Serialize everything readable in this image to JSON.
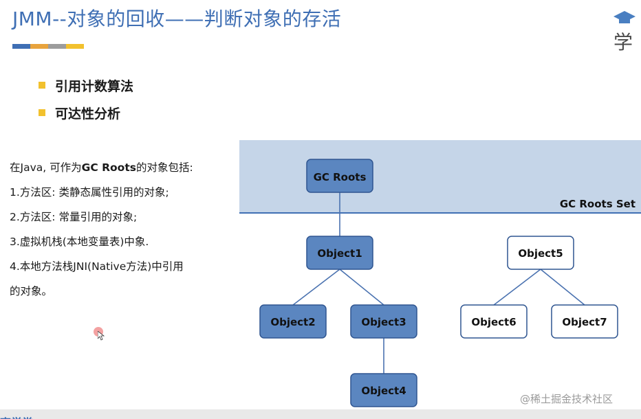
{
  "slide": {
    "title": "JMM--对象的回收——判断对象的存活",
    "title_bar_colors": [
      "#3f6fb4",
      "#e8a33d",
      "#9c9c9c",
      "#f2c12e"
    ],
    "logo_char": "学",
    "bullets": [
      {
        "text": "引用计数算法",
        "color": "#f2c12e"
      },
      {
        "text": "可达性分析",
        "color": "#f2c12e"
      }
    ],
    "roots": {
      "intro_prefix": "在Java, 可作为",
      "intro_bold": "GC Roots",
      "intro_suffix": "的对象包括:",
      "items": [
        "1.方法区: 类静态属性引用的对象;",
        "2.方法区: 常量引用的对象;",
        "3.虚拟机栈(本地变量表)中象.",
        "4.本地方法栈JNI(Native方法)中引用"
      ],
      "tail": "的对象。"
    },
    "watermark": "@稀土掘金技术社区",
    "bottom_cut_text": "高学堂"
  },
  "diagram": {
    "set_label": "GC Roots Set",
    "set_color": "#c5d5e8",
    "filled_node_color": "#5b86c0",
    "empty_node_color": "#ffffff",
    "nodes": {
      "gc_roots": "GC Roots",
      "object1": "Object1",
      "object2": "Object2",
      "object3": "Object3",
      "object4": "Object4",
      "object5": "Object5",
      "object6": "Object6",
      "object7": "Object7"
    }
  }
}
